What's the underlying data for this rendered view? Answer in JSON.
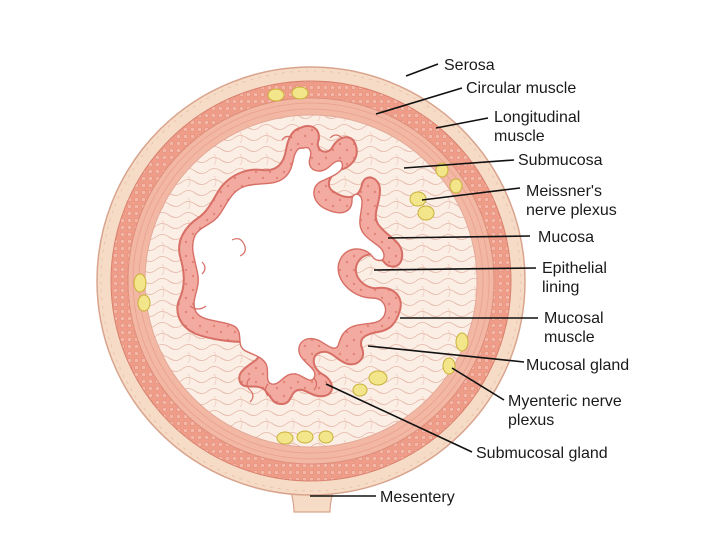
{
  "labels": {
    "serosa": "Serosa",
    "circular_muscle": "Circular muscle",
    "longitudinal_muscle_1": "Longitudinal",
    "longitudinal_muscle_2": "muscle",
    "submucosa": "Submucosa",
    "meissners_1": "Meissner's",
    "meissners_2": "nerve plexus",
    "mucosa": "Mucosa",
    "epithelial_1": "Epithelial",
    "epithelial_2": "lining",
    "mucosal_muscle_1": "Mucosal",
    "mucosal_muscle_2": "muscle",
    "mucosal_gland": "Mucosal gland",
    "myenteric_1": "Myenteric nerve",
    "myenteric_2": "plexus",
    "submucosal_gland": "Submucosal gland",
    "mesentery": "Mesentery"
  },
  "colors": {
    "serosa": "#f6dcc6",
    "longitudinal": "#ef9d88",
    "circular": "#f4bfaa",
    "submucosa": "#fbeee4",
    "mucosa": "#f1a49a",
    "epithelium": "#e8857c",
    "lumen": "#ffffff",
    "plexus": "#f3e58a",
    "fiber": "#e6b1a4"
  }
}
